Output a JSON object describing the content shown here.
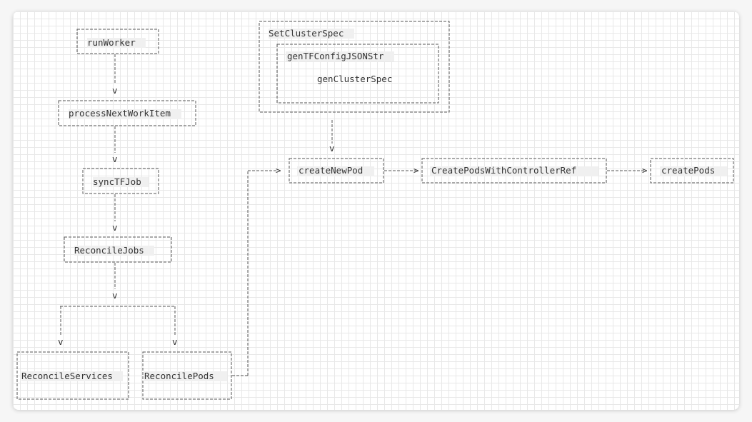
{
  "colors": {
    "line": "#555555",
    "text": "#333333",
    "label_bg": "#f0f0f0"
  },
  "nodes": {
    "runWorker": "runWorker",
    "processNextWorkItem": "processNextWorkItem",
    "syncTFJob": "syncTFJob",
    "reconcileJobs": "ReconcileJobs",
    "reconcileServices": "ReconcileServices",
    "reconcilePods": "ReconcilePods",
    "setClusterSpec": "SetClusterSpec",
    "genTFConfigJSONStr": "genTFConfigJSONStr",
    "genClusterSpec": "genClusterSpec",
    "createNewPod": "createNewPod",
    "createPodsWithControllerRef": "CreatePodsWithControllerRef",
    "createPods": "createPods"
  },
  "arrow_glyphs": {
    "down": "v",
    "right": ">"
  }
}
